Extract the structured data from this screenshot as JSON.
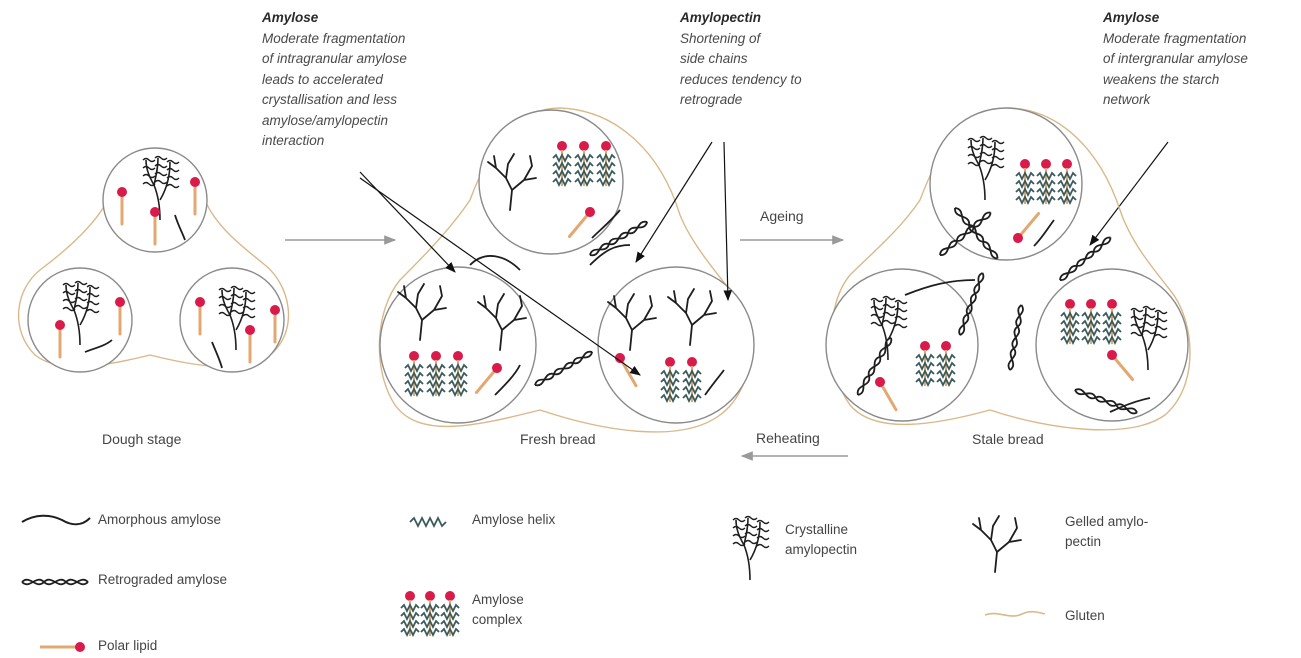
{
  "annotations": {
    "left": {
      "heading": "Amylose",
      "body": "Moderate fragmentation\nof intragranular amylose\nleads to accelerated\ncrystallisation and less\namylose/amylopectin\ninteraction"
    },
    "middle": {
      "heading": "Amylopectin",
      "body": "Shortening of\nside chains\nreduces tendency to\nretrograde"
    },
    "right": {
      "heading": "Amylose",
      "body": "Moderate fragmentation\nof intergranular amylose\nweakens the starch\nnetwork"
    }
  },
  "stages": {
    "dough": "Dough stage",
    "fresh": "Fresh bread",
    "stale": "Stale bread"
  },
  "transitions": {
    "ageing": "Ageing",
    "reheating": "Reheating"
  },
  "legend": {
    "amorphous_amylose": "Amorphous amylose",
    "retrograded_amylose": "Retrograded amylose",
    "polar_lipid": "Polar lipid",
    "amylose_helix": "Amylose helix",
    "amylose_complex": "Amylose\ncomplex",
    "crystalline_amylopectin": "Crystalline\namylopectin",
    "gelled_amylopectin": "Gelled amylo-\npectin",
    "gluten": "Gluten"
  },
  "colors": {
    "lipid_head": "#d81b4a",
    "lipid_tail": "#e3a872",
    "gluten": "#d9b98a",
    "helix": "#3b5a5a",
    "chain": "#1e1e1e",
    "circle": "#8a8a8a",
    "arrow": "#9a9a9a"
  }
}
